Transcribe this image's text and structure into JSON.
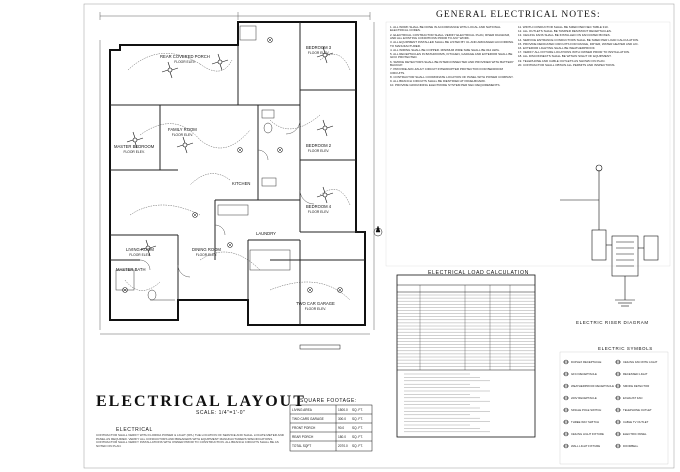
{
  "sheet": {
    "title": "ELECTRICAL LAYOUT",
    "scale": "SCALE: 1/4\"=1'-0\"",
    "notes_title": "GENERAL ELECTRICAL NOTES:",
    "sqft_title": "SQUARE FOOTAGE:",
    "electrical_title": "ELECTRICAL",
    "electrical_desc": "CONTRACTOR SHALL VERIFY WITH FLORIDA POWER & LIGHT (FPL) THE LOCATION OF SERVICE AND SHALL LOCATE METER AND PANEL AS REQUIRED. VERIFY ALL CONDUCTORS AND BREAKERS WITH EQUIPMENT MANUFACTURERS SPECIFICATIONS. CONTRACTOR SHALL VERIFY INSTALLATIONS WITH OWNER PRIOR TO CONSTRUCTION. ALL BRANCH CIRCUITS SHALL BE AS NOTED ON PLAN.",
    "load_title": "ELECTRICAL LOAD CALCULATION",
    "riser_title": "ELECTRIC RISER DIAGRAM",
    "symbols_title": "ELECTRIC SYMBOLS"
  },
  "rooms": [
    {
      "name": "REAR COVERED PORCH",
      "sub": "FLOOR ELEV."
    },
    {
      "name": "BEDROOM 3",
      "sub": "FLOOR ELEV."
    },
    {
      "name": "FAMILY ROOM",
      "sub": "FLOOR ELEV."
    },
    {
      "name": "MASTER BEDROOM",
      "sub": "FLOOR ELEV."
    },
    {
      "name": "KITCHEN",
      "sub": ""
    },
    {
      "name": "BEDROOM 2",
      "sub": "FLOOR ELEV."
    },
    {
      "name": "LIVING ROOM",
      "sub": "FLOOR ELEV."
    },
    {
      "name": "DINING ROOM",
      "sub": "FLOOR ELEV."
    },
    {
      "name": "BEDROOM 4",
      "sub": "FLOOR ELEV."
    },
    {
      "name": "MASTER BATH",
      "sub": ""
    },
    {
      "name": "TWO CAR GARAGE",
      "sub": "FLOOR ELEV."
    },
    {
      "name": "LAUNDRY",
      "sub": ""
    }
  ],
  "sqft_rows": [
    {
      "label": "LIVING AREA",
      "a": "1500.0",
      "b": "SQ. FT."
    },
    {
      "label": "TWO CARS GARAGE",
      "a": "300.0",
      "b": "SQ. FT."
    },
    {
      "label": "FRONT PORCH",
      "a": "90.0",
      "b": "SQ. FT."
    },
    {
      "label": "REAR PORCH",
      "a": "180.0",
      "b": "SQ. FT."
    },
    {
      "label": "TOTAL SQFT",
      "a": "2070.0",
      "b": "SQ. FT."
    }
  ],
  "notes_left": [
    "1. ALL WORK SHALL BE DONE IN ACCORDANCE WITH LOCAL AND NATIONAL ELECTRICAL CODES.",
    "2. ELECTRICAL CONTRACTOR SHALL VERIFY ELECTRICAL PLAN, RISER DIAGRAM, AND ALL EXISTING CONDITIONS PRIOR TO ANY WORK.",
    "3. ALL EQUIPMENT INSTALLED SHALL BE LISTED BY UL AND ARRANGED ACCORDING TO MANUFACTURER.",
    "4. ALL WIRING SHALL BE COPPER. MINIMUM WIRE SIZE SHALL BE #12 AWG.",
    "5. ALL RECEPTACLES IN BATHROOMS, KITCHEN, GARAGE AND EXTERIOR SHALL BE GFCI PROTECTED.",
    "6. SMOKE DETECTORS SHALL BE INTERCONNECTED AND PROVIDED WITH BATTERY BACKUP.",
    "7. PROVIDE ARC-FAULT CIRCUIT INTERRUPTER PROTECTION FOR BEDROOM CIRCUITS.",
    "8. CONTRACTOR SHALL COORDINATE LOCATION OF PANEL WITH POWER COMPANY.",
    "9. ALL BRANCH CIRCUITS SHALL BE IDENTIFIED AT PANELBOARD.",
    "10. PROVIDE GROUNDING ELECTRODE SYSTEM PER NEC REQUIREMENTS."
  ],
  "notes_right": [
    "11. WIDTH CONDUCTOR SHALL BE SIZED PER NEC TABLE 310.",
    "12. ALL OUTLETS SHALL BE TAMPER RESISTANT RECEPTACLES.",
    "13. CEILING FANS SHALL BE INSTALLED ON FAN RATED BOXES.",
    "14. SERVICE ENTRANCE CONDUCTORS SHALL BE SIZED PER LOAD CALCULATION.",
    "15. PROVIDE DEDICATED CIRCUITS FOR RANGE, DRYER, WATER HEATER AND A/C.",
    "16. EXTERIOR LIGHTING SHALL BE WEATHERPROOF.",
    "17. VERIFY ALL FIXTURE LOCATIONS WITH OWNER PRIOR TO INSTALLATION.",
    "18. ALL DISCONNECTS SHALL BE WITHIN SIGHT OF EQUIPMENT.",
    "19. TELEPHONE AND CABLE OUTLETS AS SHOWN ON PLAN.",
    "20. CONTRACTOR SHALL OBTAIN ALL PERMITS AND INSPECTIONS."
  ],
  "symbols": [
    {
      "label": "DUPLEX RECEPTACLE"
    },
    {
      "label": "GFCI RECEPTACLE"
    },
    {
      "label": "WEATHERPROOF RECEPTACLE"
    },
    {
      "label": "220V RECEPTACLE"
    },
    {
      "label": "SINGLE POLE SWITCH"
    },
    {
      "label": "THREE WAY SWITCH"
    },
    {
      "label": "CEILING LIGHT FIXTURE"
    },
    {
      "label": "WALL LIGHT FIXTURE"
    },
    {
      "label": "CEILING FAN WITH LIGHT"
    },
    {
      "label": "RECESSED LIGHT"
    },
    {
      "label": "SMOKE DETECTOR"
    },
    {
      "label": "EXHAUST FAN"
    },
    {
      "label": "TELEPHONE OUTLET"
    },
    {
      "label": "CABLE TV OUTLET"
    },
    {
      "label": "ELECTRIC PANEL"
    },
    {
      "label": "DOORBELL"
    }
  ]
}
